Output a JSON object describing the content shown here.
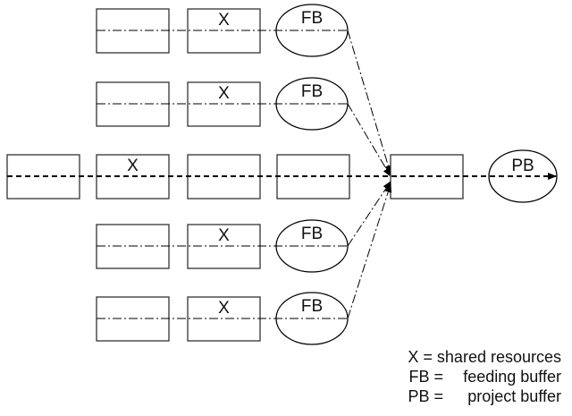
{
  "diagram": {
    "rows": [
      {
        "tasks": [
          "",
          "X"
        ],
        "buffer": "FB"
      },
      {
        "tasks": [
          "",
          "X"
        ],
        "buffer": "FB"
      },
      {
        "tasks": [
          "",
          "X",
          "",
          "",
          ""
        ],
        "buffer": "PB"
      },
      {
        "tasks": [
          "",
          "X"
        ],
        "buffer": "FB"
      },
      {
        "tasks": [
          "",
          "X"
        ],
        "buffer": "FB"
      }
    ],
    "colors": {
      "stroke": "#000000",
      "box_border": "#333333"
    }
  },
  "legend": [
    {
      "key": "X =",
      "value": "shared resources"
    },
    {
      "key": "FB =",
      "value": "feeding buffer"
    },
    {
      "key": "PB =",
      "value": "project buffer"
    }
  ]
}
